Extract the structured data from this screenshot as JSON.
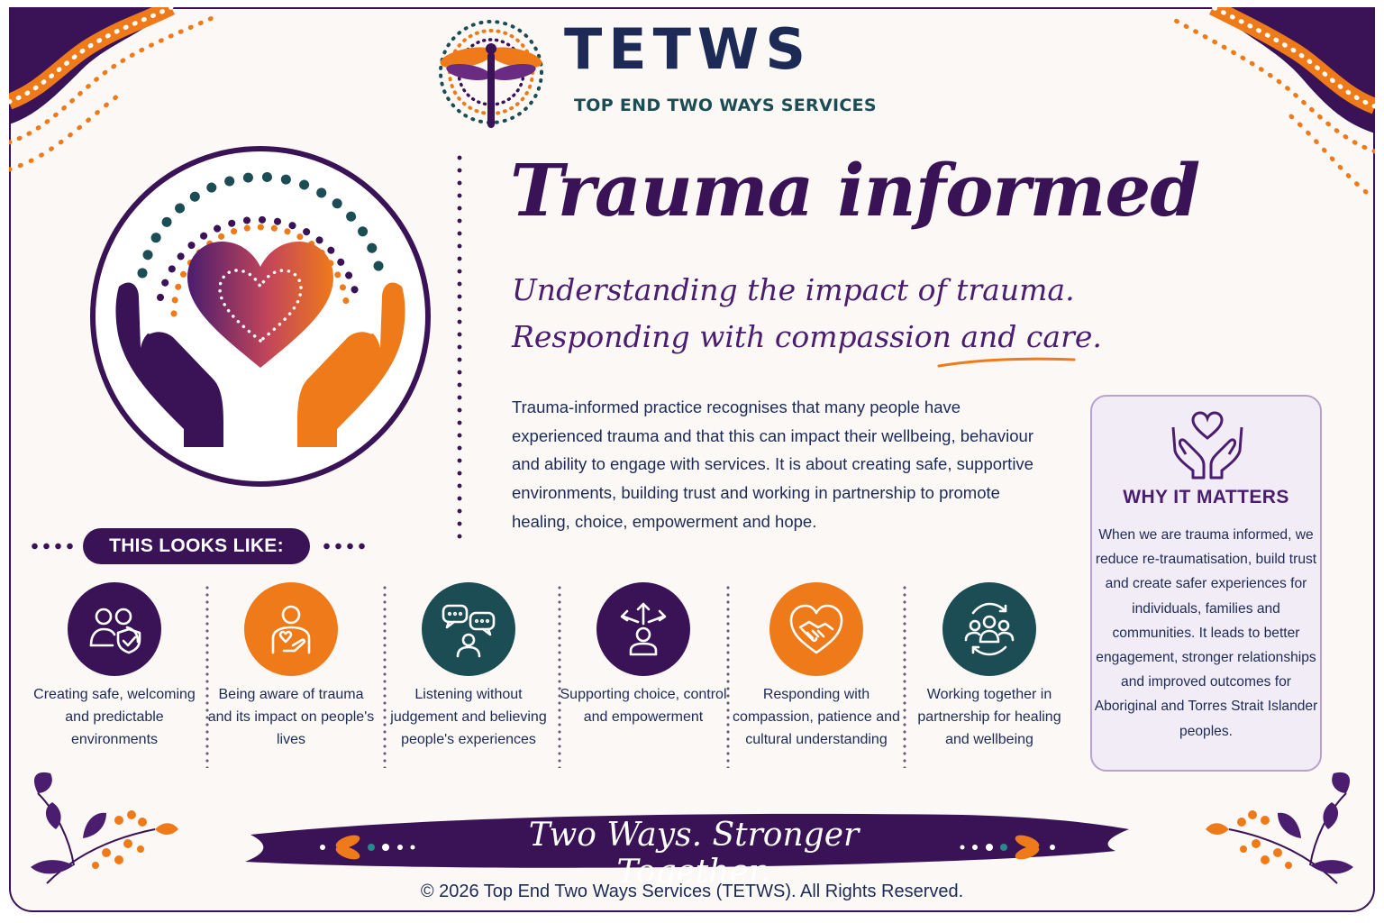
{
  "brand": {
    "name": "TETWS",
    "subtitle": "TOP END TWO WAYS SERVICES"
  },
  "title": "Trauma informed",
  "tagline": {
    "line1": "Understanding the impact of trauma.",
    "line2": "Responding with compassion and care."
  },
  "body": "Trauma-informed practice recognises that many people have experienced trauma and that this can impact their wellbeing, behaviour and ability to engage with services. It is about creating safe, supportive environments, building trust and working in partnership to promote healing, choice, empowerment and hope.",
  "looks_like": {
    "heading": "THIS LOOKS LIKE:",
    "items": [
      {
        "icon": "people-shield-icon",
        "color": "#3a1357",
        "label": "Creating safe, welcoming and predictable environments"
      },
      {
        "icon": "person-hand-heart-icon",
        "color": "#ef7a1a",
        "label": "Being aware of trauma and its impact on people's lives"
      },
      {
        "icon": "people-speech-bubbles-icon",
        "color": "#1d4d54",
        "label": "Listening without judgement and believing people's experiences"
      },
      {
        "icon": "person-choice-arrows-icon",
        "color": "#3a1357",
        "label": "Supporting choice, control and empowerment"
      },
      {
        "icon": "handshake-heart-icon",
        "color": "#ef7a1a",
        "label": "Responding with compassion, patience and cultural understanding"
      },
      {
        "icon": "group-cycle-icon",
        "color": "#1d4d54",
        "label": "Working together in partnership for healing and wellbeing"
      }
    ]
  },
  "why": {
    "icon": "hands-heart-icon",
    "title": "WHY IT MATTERS",
    "text": "When we are trauma informed, we reduce re-traumatisation, build trust and create safer experiences for individuals, families and communities. It leads to better engagement, stronger relationships and improved outcomes for Aboriginal and Torres Strait Islander peoples."
  },
  "banner": "Two Ways. Stronger Together.",
  "copyright": "© 2026 Top End Two Ways Services (TETWS). All Rights Reserved.",
  "colors": {
    "purple": "#3a1357",
    "orange": "#ef7a1a",
    "teal": "#1d4d54",
    "navy": "#1c2a55"
  }
}
